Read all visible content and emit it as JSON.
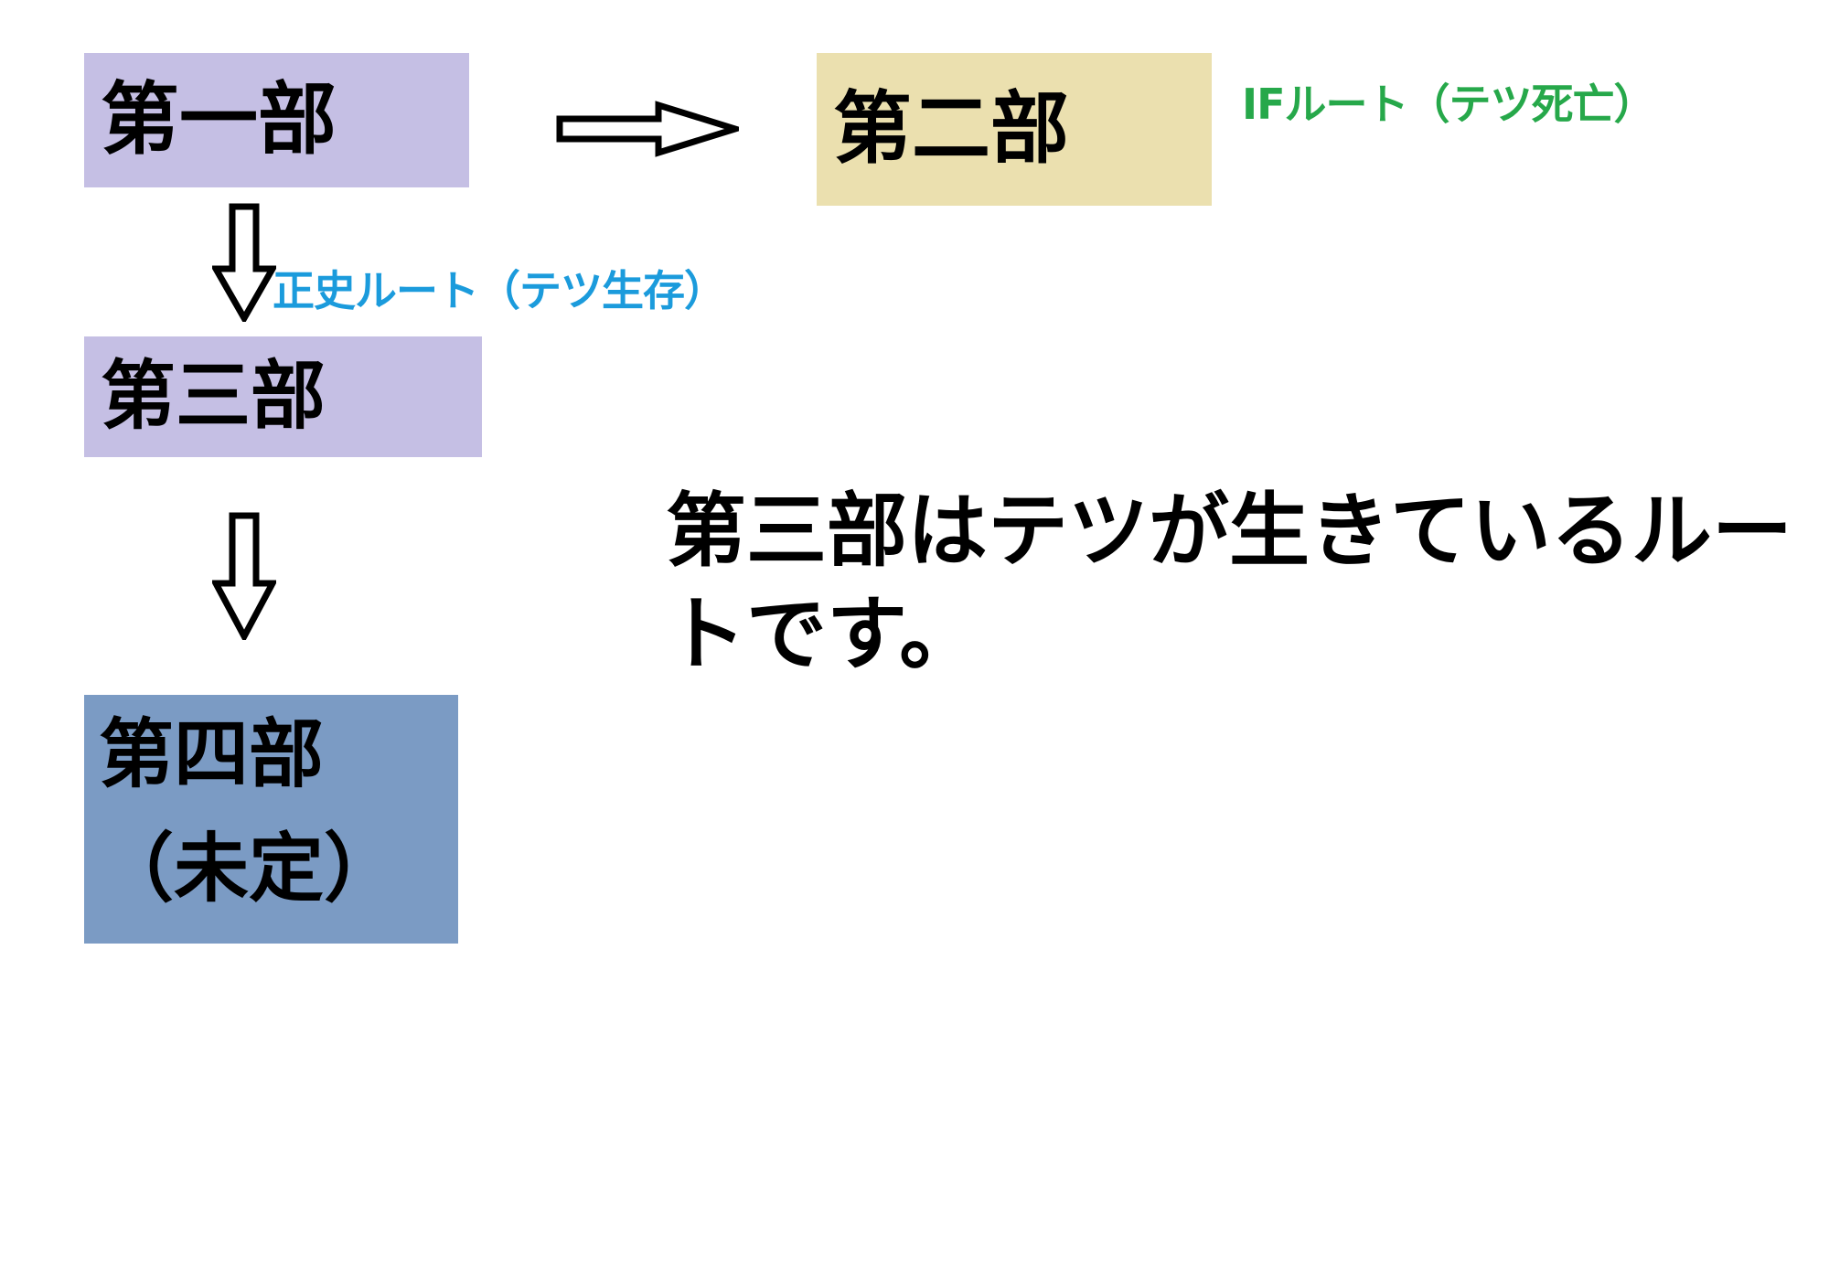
{
  "slide": {
    "background_color": "#FFFFFF",
    "boxes": [
      {
        "id": "part1",
        "label": "第一部",
        "fill": "#C5BFE4"
      },
      {
        "id": "part2",
        "label": "第二部",
        "fill": "#EBE0AF"
      },
      {
        "id": "part3",
        "label": "第三部",
        "fill": "#C5BFE4"
      },
      {
        "id": "part4",
        "label_line1": "第四部",
        "label_line2": "（未定）",
        "fill": "#7B9BC4"
      }
    ],
    "labels": {
      "if_route": "IFルート（テツ死亡）",
      "if_route_color": "#26A84A",
      "canon_route": "正史ルート（テツ生存）",
      "canon_route_color": "#1B9BDC"
    },
    "arrows": [
      {
        "id": "arrow-right-1",
        "direction": "right",
        "style": "outline"
      },
      {
        "id": "arrow-down-1",
        "direction": "down",
        "style": "outline"
      },
      {
        "id": "arrow-down-2",
        "direction": "down",
        "style": "outline"
      }
    ],
    "description": "第三部はテツが生きているルートです。"
  }
}
